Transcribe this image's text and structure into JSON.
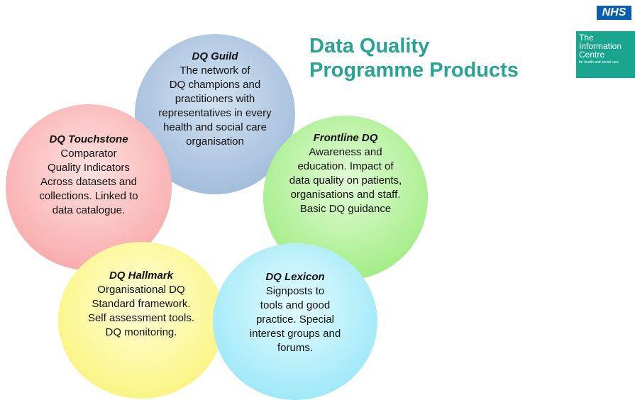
{
  "title": {
    "line1": "Data Quality",
    "line2": "Programme Products"
  },
  "logos": {
    "nhs": "NHS",
    "ic_line1": "The",
    "ic_line2": "Information",
    "ic_line3": "Centre",
    "ic_tagline": "for health and social care"
  },
  "colors": {
    "title": "#2aa394",
    "guild": "#a7c0dc",
    "touchstone": "#f9b1b1",
    "frontline": "#a9ee8e",
    "hallmark": "#fbf58a",
    "lexicon": "#a5eaf8"
  },
  "products": {
    "guild": {
      "name": "DQ Guild",
      "description": "The network of\nDQ champions and\npractitioners with\nrepresentatives in every\nhealth and social care\norganisation"
    },
    "touchstone": {
      "name": "DQ Touchstone",
      "description": "Comparator\nQuality Indicators\nAcross datasets and\ncollections.  Linked to\ndata catalogue."
    },
    "frontline": {
      "name": "Frontline DQ",
      "description": "Awareness and\neducation.  Impact of\ndata quality on patients,\norganisations and staff.\nBasic DQ guidance"
    },
    "hallmark": {
      "name": "DQ Hallmark",
      "description": "Organisational DQ\nStandard framework.\nSelf assessment tools.\nDQ monitoring."
    },
    "lexicon": {
      "name": "DQ Lexicon",
      "description": "Signposts to\ntools and good\npractice.  Special\ninterest groups and\nforums."
    }
  }
}
